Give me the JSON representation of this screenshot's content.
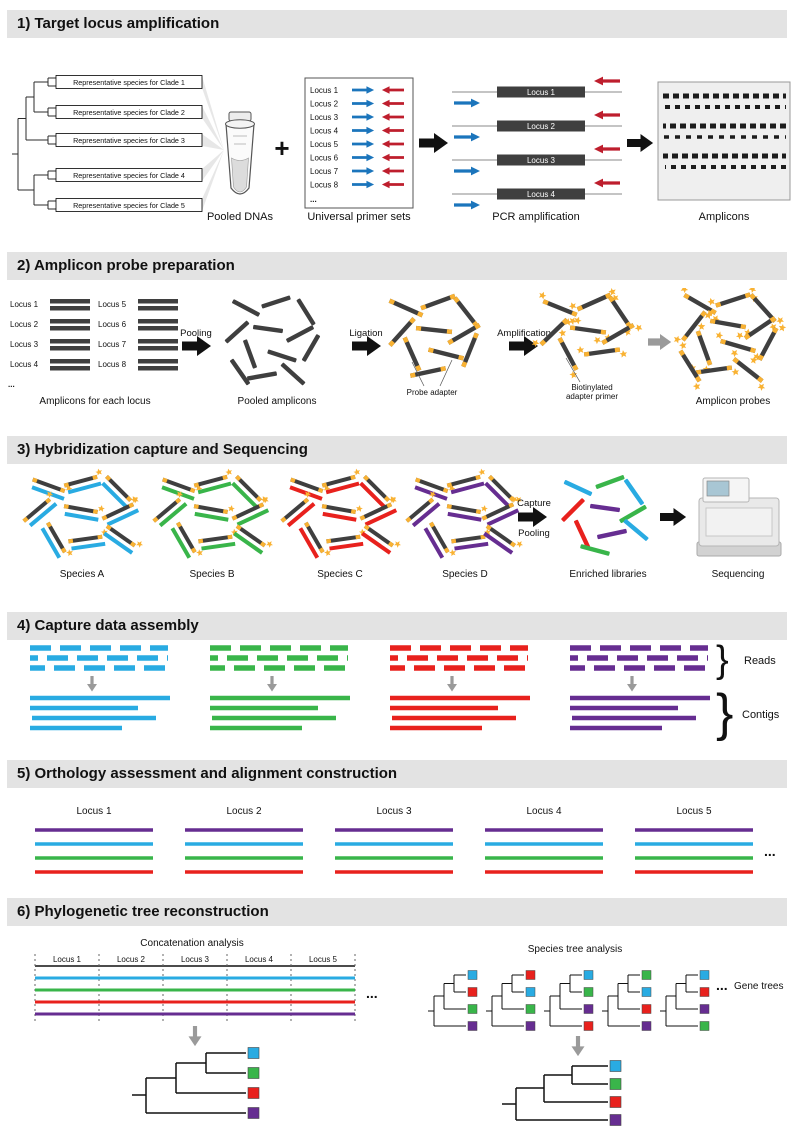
{
  "colors": {
    "blue": "#29abe2",
    "green": "#39b54a",
    "red": "#e8211d",
    "purple": "#662d91",
    "yellow": "#f9b233",
    "dark_bar": "#3f3f3f",
    "header_bg": "#e3e3e3",
    "primer_blue": "#1b75bc",
    "primer_red": "#be1e2d"
  },
  "sections": {
    "s1": {
      "title": "1) Target locus amplification",
      "clades": [
        "Representative species for Clade 1",
        "Representative species for Clade 2",
        "Representative species for Clade 3",
        "Representative species for Clade 4",
        "Representative species for Clade 5"
      ],
      "pooled_dnas": "Pooled DNAs",
      "plus": "+",
      "primer_loci": [
        "Locus 1",
        "Locus 2",
        "Locus 3",
        "Locus 4",
        "Locus 5",
        "Locus 6",
        "Locus 7",
        "Locus 8"
      ],
      "ellipsis": "...",
      "universal_label": "Universal primer sets",
      "pcr_loci": [
        "Locus 1",
        "Locus 2",
        "Locus 3",
        "Locus 4"
      ],
      "pcr_label": "PCR amplification",
      "amplicons_label": "Amplicons"
    },
    "s2": {
      "title": "2) Amplicon probe preparation",
      "loci": [
        "Locus 1",
        "Locus 2",
        "Locus 3",
        "Locus 4",
        "Locus 5",
        "Locus 6",
        "Locus 7",
        "Locus 8"
      ],
      "ellipsis": "...",
      "amplicons_each": "Amplicons for each locus",
      "pooling": "Pooling",
      "pooled": "Pooled amplicons",
      "ligation": "Ligation",
      "probe_adapter": "Probe adapter",
      "amplification": "Amplification",
      "biotinylated_line1": "Biotinylated",
      "biotinylated_line2": "adapter primer",
      "amplicon_probes": "Amplicon probes"
    },
    "s3": {
      "title": "3) Hybridization capture and Sequencing",
      "species": [
        "Species A",
        "Species B",
        "Species C",
        "Species D"
      ],
      "capture": "Capture",
      "pooling": "Pooling",
      "enriched": "Enriched libraries",
      "sequencing": "Sequencing"
    },
    "s4": {
      "title": "4) Capture data assembly",
      "reads": "Reads",
      "contigs": "Contigs",
      "brace": "}"
    },
    "s5": {
      "title": "5) Orthology assessment and alignment construction",
      "loci": [
        "Locus 1",
        "Locus 2",
        "Locus 3",
        "Locus 4",
        "Locus 5"
      ],
      "ellipsis": "..."
    },
    "s6": {
      "title": "6) Phylogenetic tree reconstruction",
      "concatenation": "Concatenation analysis",
      "species_tree": "Species tree analysis",
      "loci": [
        "Locus 1",
        "Locus 2",
        "Locus 3",
        "Locus 4",
        "Locus 5"
      ],
      "ellipsis": "...",
      "gene_trees_ellipsis": "...",
      "gene_trees": "Gene trees"
    }
  }
}
